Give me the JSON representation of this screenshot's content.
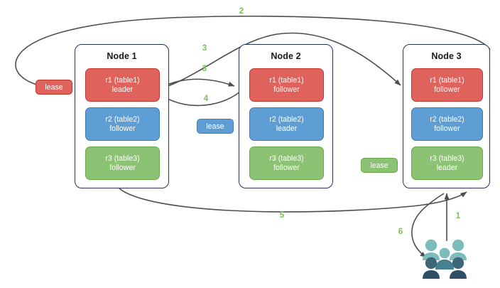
{
  "diagram": {
    "title": "distributed-lease-diagram",
    "colors": {
      "red_fill": "#e0625c",
      "red_stroke": "#c0392f",
      "blue_fill": "#5f9ed4",
      "blue_stroke": "#3f7cb4",
      "green_fill": "#8cc273",
      "green_stroke": "#6aa74f",
      "node_border": "#24335c",
      "arrow": "#4d4d4d",
      "label_green": "#7ac24f",
      "users_light": "#7cbcbd",
      "users_mid": "#4a8390",
      "users_dark": "#2d4f63"
    }
  },
  "nodes": [
    {
      "id": "node1",
      "title": "Node 1",
      "replicas": [
        {
          "name": "r1 (table1)",
          "role": "leader",
          "color": "red"
        },
        {
          "name": "r2 (table2)",
          "role": "follower",
          "color": "blue"
        },
        {
          "name": "r3 (table3)",
          "role": "follower",
          "color": "green"
        }
      ]
    },
    {
      "id": "node2",
      "title": "Node 2",
      "replicas": [
        {
          "name": "r1 (table1)",
          "role": "follower",
          "color": "red"
        },
        {
          "name": "r2 (table2)",
          "role": "leader",
          "color": "blue"
        },
        {
          "name": "r3 (table3)",
          "role": "follower",
          "color": "green"
        }
      ]
    },
    {
      "id": "node3",
      "title": "Node 3",
      "replicas": [
        {
          "name": "r1 (table1)",
          "role": "follower",
          "color": "red"
        },
        {
          "name": "r2 (table2)",
          "role": "follower",
          "color": "blue"
        },
        {
          "name": "r3 (table3)",
          "role": "leader",
          "color": "green"
        }
      ]
    }
  ],
  "leases": [
    {
      "id": "lease-r1",
      "label": "lease",
      "color": "red"
    },
    {
      "id": "lease-r2",
      "label": "lease",
      "color": "blue"
    },
    {
      "id": "lease-r3",
      "label": "lease",
      "color": "green"
    }
  ],
  "edge_labels": [
    {
      "id": "step-1",
      "text": "1"
    },
    {
      "id": "step-2",
      "text": "2"
    },
    {
      "id": "step-3a",
      "text": "3"
    },
    {
      "id": "step-3b",
      "text": "3"
    },
    {
      "id": "step-4",
      "text": "4"
    },
    {
      "id": "step-5",
      "text": "5"
    },
    {
      "id": "step-6",
      "text": "6"
    }
  ],
  "actors": {
    "users_label": "users-group-icon"
  }
}
